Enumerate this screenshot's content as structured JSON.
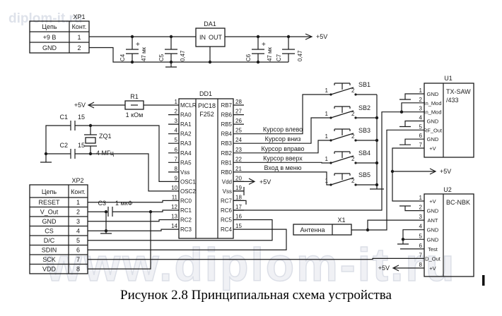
{
  "watermark": {
    "top": "diplom-it.ru",
    "bottom": "www.diplom-it.ru"
  },
  "caption": "Рисунок 2.8 Принципиальная схема устройства",
  "power": {
    "v5": "+5V"
  },
  "xp1": {
    "ref": "XP1",
    "col_circuit": "Цепь",
    "col_contact": "Конт.",
    "rows": [
      {
        "circuit": "+9 В",
        "contact": "1"
      },
      {
        "circuit": "GND",
        "contact": "2"
      }
    ]
  },
  "xp2": {
    "ref": "XP2",
    "col_circuit": "Цепь",
    "col_contact": "Конт.",
    "rows": [
      {
        "circuit": "RESET",
        "contact": "1"
      },
      {
        "circuit": "V_Out",
        "contact": "2"
      },
      {
        "circuit": "GND",
        "contact": "3"
      },
      {
        "circuit": "CS",
        "contact": "4"
      },
      {
        "circuit": "D/C",
        "contact": "5"
      },
      {
        "circuit": "SDIN",
        "contact": "6"
      },
      {
        "circuit": "SCK",
        "contact": "7"
      },
      {
        "circuit": "VDD",
        "contact": "8"
      }
    ]
  },
  "da1": {
    "ref": "DA1",
    "pin_in": "IN",
    "pin_out": "OUT"
  },
  "r1": {
    "ref": "R1",
    "val": "1 кОм"
  },
  "zq1": {
    "ref": "ZQ1",
    "val": "4 МГц"
  },
  "caps": {
    "plus": "+",
    "c1": {
      "ref": "C1",
      "val": "15"
    },
    "c2": {
      "ref": "C2",
      "val": "15"
    },
    "c3": {
      "ref": "C3",
      "val": "1 мкФ"
    },
    "c4": {
      "ref": "C4",
      "val": "47 мк"
    },
    "c5": {
      "ref": "C5",
      "val": "0,47"
    },
    "c6": {
      "ref": "C6",
      "val": "47 мк"
    },
    "c7": {
      "ref": "C7",
      "val": "0,47"
    }
  },
  "dd1": {
    "ref": "DD1",
    "part1": "PIC18",
    "part2": "F252",
    "left": [
      {
        "n": "1",
        "name": "MCLR"
      },
      {
        "n": "2",
        "name": "RA0"
      },
      {
        "n": "3",
        "name": "RA1"
      },
      {
        "n": "4",
        "name": "RA2"
      },
      {
        "n": "5",
        "name": "RA3"
      },
      {
        "n": "6",
        "name": "RA4"
      },
      {
        "n": "7",
        "name": "RA5"
      },
      {
        "n": "8",
        "name": "Vss"
      },
      {
        "n": "9",
        "name": "OSC1"
      },
      {
        "n": "10",
        "name": "OSC2"
      },
      {
        "n": "11",
        "name": "RC0"
      },
      {
        "n": "12",
        "name": "RC1"
      },
      {
        "n": "13",
        "name": "RC2"
      },
      {
        "n": "14",
        "name": "RC3"
      }
    ],
    "right": [
      {
        "n": "28",
        "name": "RB7"
      },
      {
        "n": "27",
        "name": "RB6"
      },
      {
        "n": "26",
        "name": "RB5"
      },
      {
        "n": "25",
        "name": "RB4"
      },
      {
        "n": "24",
        "name": "RB3"
      },
      {
        "n": "23",
        "name": "RB2"
      },
      {
        "n": "22",
        "name": "RB1"
      },
      {
        "n": "21",
        "name": "RB0"
      },
      {
        "n": "20",
        "name": "Vdd"
      },
      {
        "n": "19",
        "name": "Vss"
      },
      {
        "n": "18",
        "name": "RC7"
      },
      {
        "n": "17",
        "name": "RC6"
      },
      {
        "n": "16",
        "name": "RC5"
      },
      {
        "n": "15",
        "name": "RC4"
      }
    ]
  },
  "signals": [
    "Курсор влево",
    "Курсор вниз",
    "Курсор вправо",
    "Курсор вверх",
    "Вход в меню"
  ],
  "buttons": {
    "p1": "1",
    "p2": "2",
    "items": [
      "SB1",
      "SB2",
      "SB3",
      "SB4",
      "SB5"
    ]
  },
  "u1": {
    "ref": "U1",
    "part1": "TX-SAW",
    "part2": "/433",
    "pins": [
      {
        "n": "1",
        "name": "GND"
      },
      {
        "n": "2",
        "name": "In_Mod"
      },
      {
        "n": "3",
        "name": "In_Mod"
      },
      {
        "n": "4",
        "name": "GND"
      },
      {
        "n": "5",
        "name": "RF_Out"
      },
      {
        "n": "6",
        "name": "GND"
      },
      {
        "n": "7",
        "name": "+V"
      }
    ]
  },
  "u2": {
    "ref": "U2",
    "part": "BC-NBK",
    "pins": [
      {
        "n": "1",
        "name": "+V"
      },
      {
        "n": "2",
        "name": "GND"
      },
      {
        "n": "3",
        "name": "ANT"
      },
      {
        "n": "4",
        "name": "GND"
      },
      {
        "n": "5",
        "name": "GND"
      },
      {
        "n": "6",
        "name": "Test"
      },
      {
        "n": "7",
        "name": "D_Out"
      },
      {
        "n": "8",
        "name": "+V"
      }
    ]
  },
  "x1": {
    "ref": "X1",
    "label": "Антенна"
  }
}
